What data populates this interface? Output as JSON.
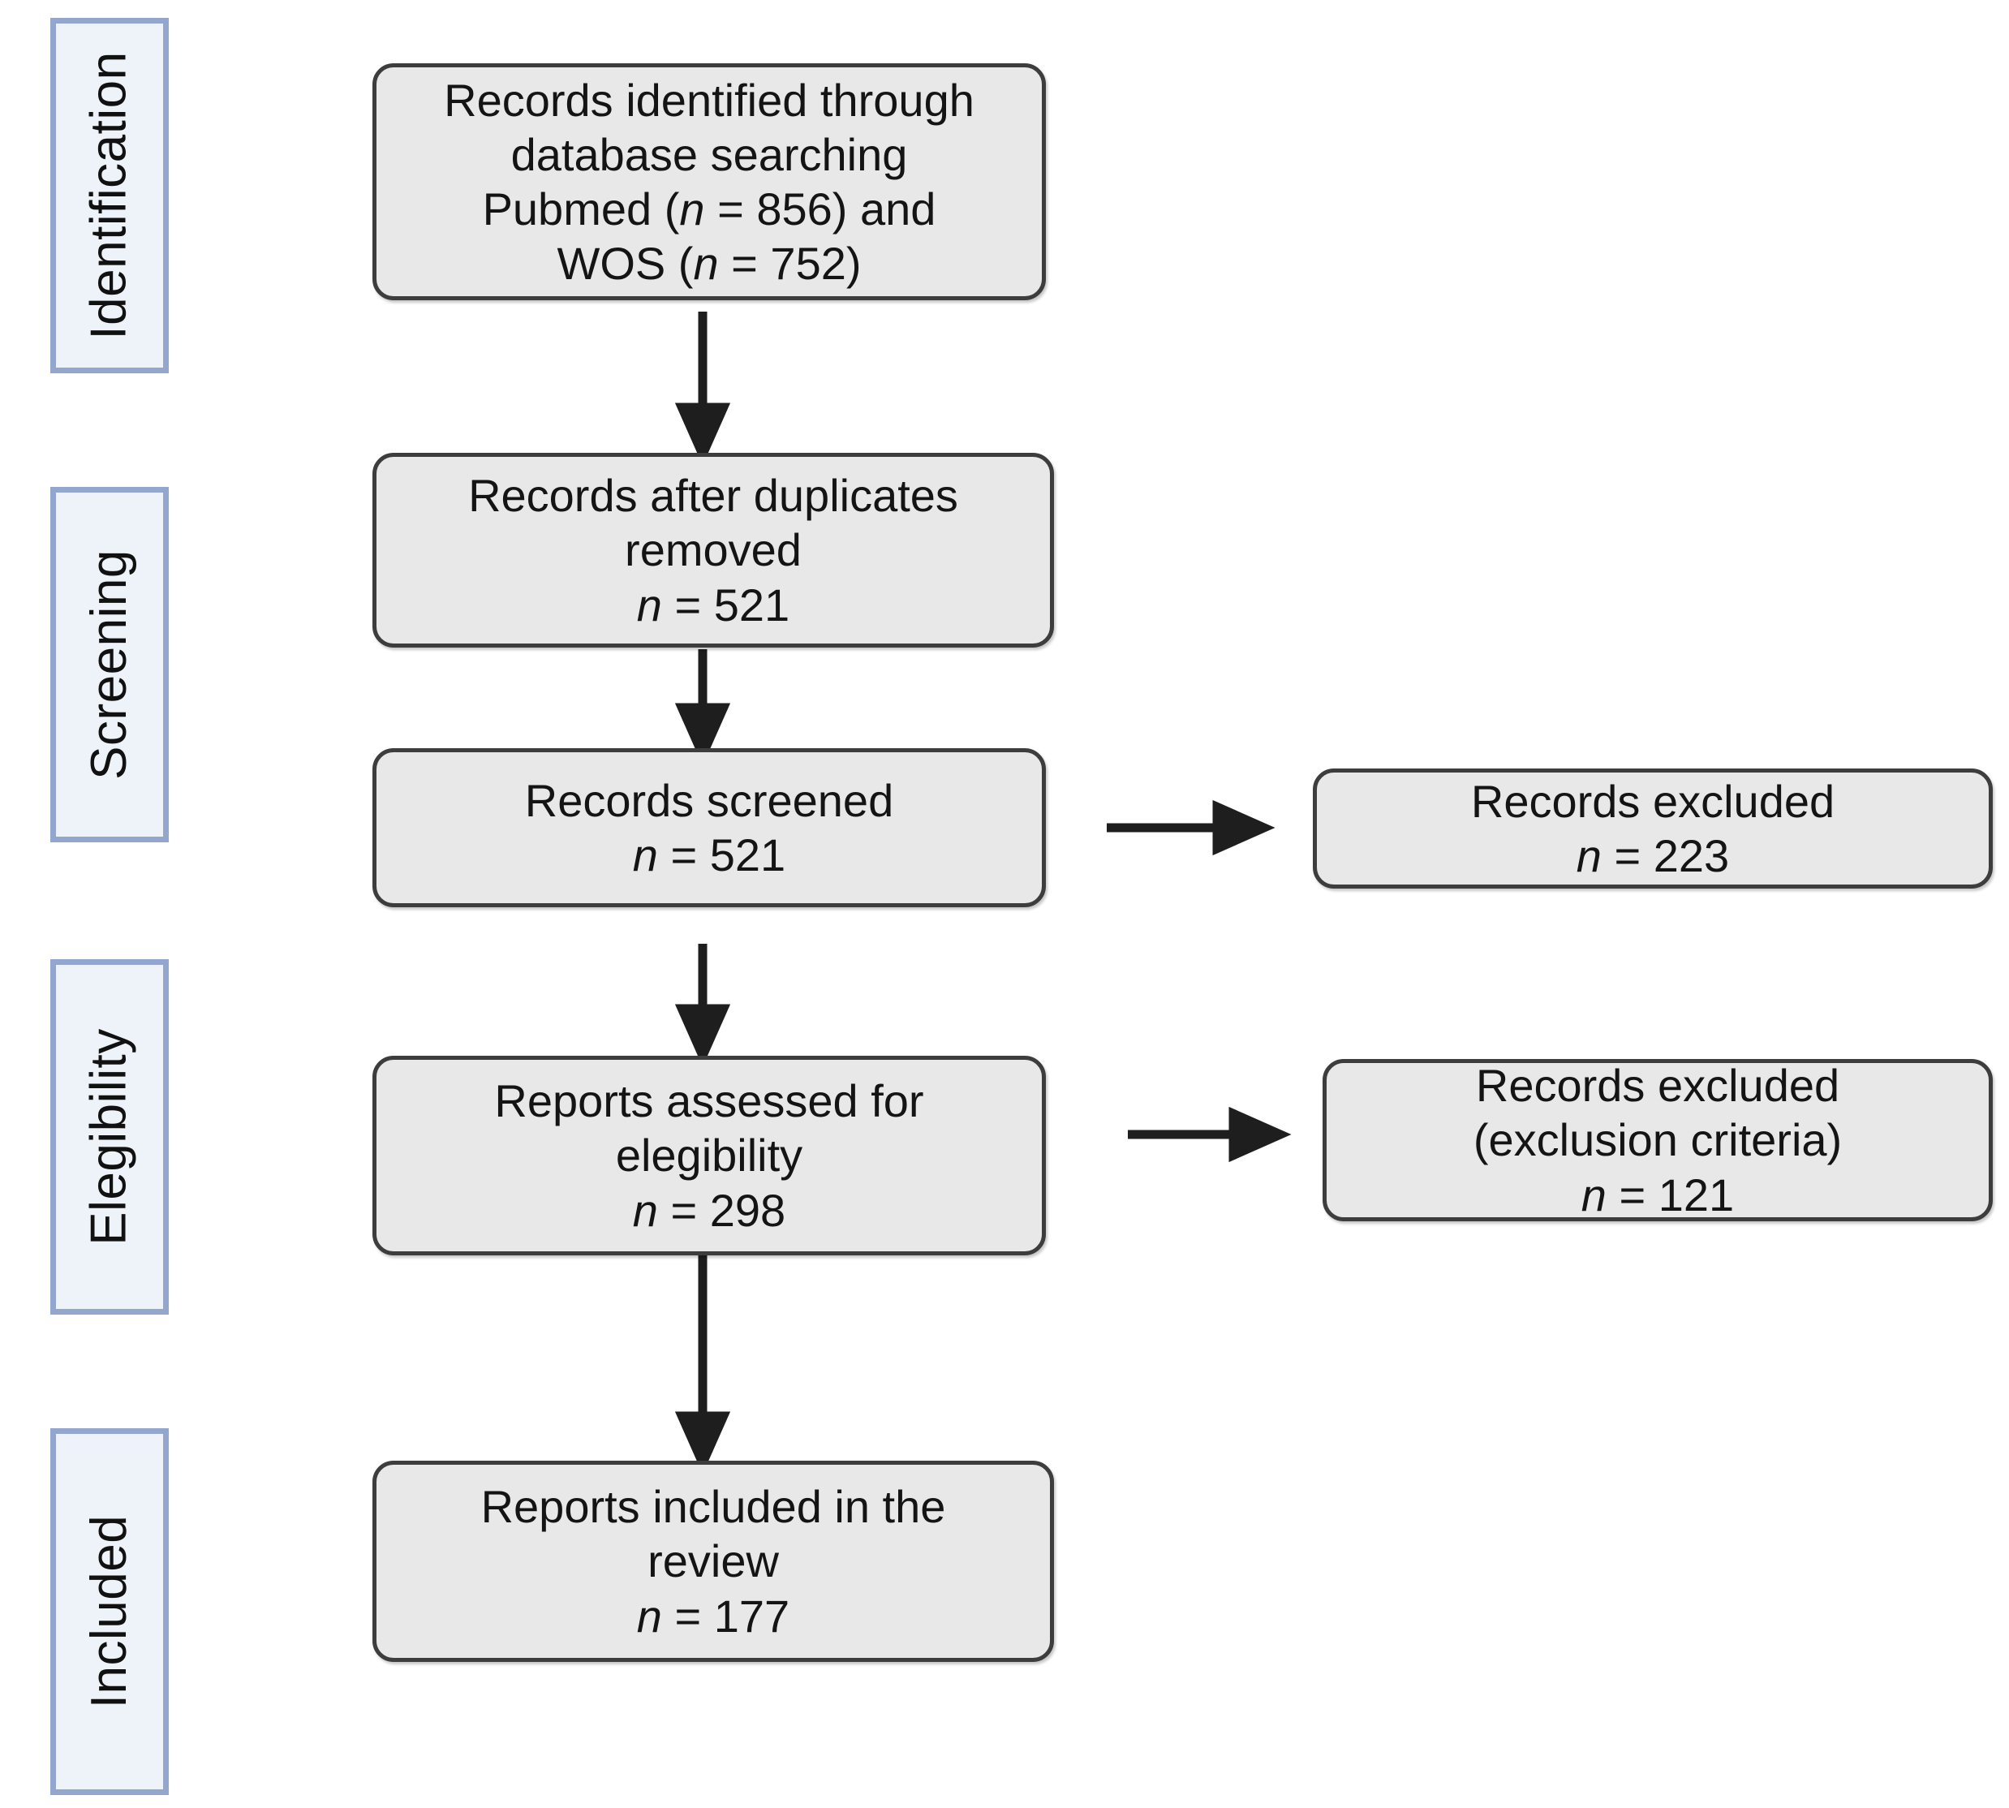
{
  "diagram": {
    "type": "prisma-flow-diagram",
    "colors": {
      "stage_fill": "#eef2f9",
      "stage_border": "#93a6cd",
      "box_fill": "#e8e8e8",
      "box_border": "#3d3d3d",
      "arrow": "#1e1e1e",
      "text": "#141414",
      "background": "#ffffff"
    },
    "stages": [
      {
        "id": "identification",
        "label": "Identification"
      },
      {
        "id": "screening",
        "label": "Screening"
      },
      {
        "id": "eligibility",
        "label": "Elegibility"
      },
      {
        "id": "included",
        "label": "Included"
      }
    ],
    "boxes": [
      {
        "id": "records-identified",
        "stage": "identification",
        "lines": [
          {
            "text": "Records identified through"
          },
          {
            "text": "database searching"
          },
          {
            "pre": "Pubmed (",
            "italic": "n",
            "post": " = 856) and"
          },
          {
            "pre": "WOS (",
            "italic": "n",
            "post": " = 752)"
          }
        ],
        "n_values": [
          856,
          752
        ],
        "sources": [
          "Pubmed",
          "WOS"
        ]
      },
      {
        "id": "records-after-duplicates",
        "stage": "screening",
        "lines": [
          {
            "text": "Records after duplicates"
          },
          {
            "text": "removed"
          },
          {
            "pre": "",
            "italic": "n",
            "post": " = 521"
          }
        ],
        "n_values": [
          521
        ]
      },
      {
        "id": "records-screened",
        "stage": "screening",
        "lines": [
          {
            "text": "Records screened"
          },
          {
            "pre": "",
            "italic": "n",
            "post": " = 521"
          }
        ],
        "n_values": [
          521
        ]
      },
      {
        "id": "records-excluded-screening",
        "stage": "screening",
        "side": "right",
        "lines": [
          {
            "text": "Records excluded"
          },
          {
            "pre": "",
            "italic": "n",
            "post": " = 223"
          }
        ],
        "n_values": [
          223
        ]
      },
      {
        "id": "reports-assessed",
        "stage": "eligibility",
        "lines": [
          {
            "text": "Reports assessed for"
          },
          {
            "text": "elegibility"
          },
          {
            "pre": "",
            "italic": "n",
            "post": " = 298"
          }
        ],
        "n_values": [
          298
        ]
      },
      {
        "id": "records-excluded-eligibility",
        "stage": "eligibility",
        "side": "right",
        "lines": [
          {
            "text": "Records excluded"
          },
          {
            "text": "(exclusion criteria)"
          },
          {
            "pre": "",
            "italic": "n",
            "post": " = 121"
          }
        ],
        "n_values": [
          121
        ]
      },
      {
        "id": "reports-included",
        "stage": "included",
        "lines": [
          {
            "text": "Reports included in the"
          },
          {
            "text": "review"
          },
          {
            "pre": "",
            "italic": "n",
            "post": " = 177"
          }
        ],
        "n_values": [
          177
        ]
      }
    ],
    "arrows": [
      {
        "id": "arrow-identified-to-duplicates",
        "direction": "down",
        "from": "records-identified",
        "to": "records-after-duplicates"
      },
      {
        "id": "arrow-duplicates-to-screened",
        "direction": "down",
        "from": "records-after-duplicates",
        "to": "records-screened"
      },
      {
        "id": "arrow-screened-to-excluded",
        "direction": "right",
        "from": "records-screened",
        "to": "records-excluded-screening"
      },
      {
        "id": "arrow-screened-to-assessed",
        "direction": "down",
        "from": "records-screened",
        "to": "reports-assessed"
      },
      {
        "id": "arrow-assessed-to-excluded",
        "direction": "right",
        "from": "reports-assessed",
        "to": "records-excluded-eligibility"
      },
      {
        "id": "arrow-assessed-to-included",
        "direction": "down",
        "from": "reports-assessed",
        "to": "reports-included"
      }
    ]
  }
}
